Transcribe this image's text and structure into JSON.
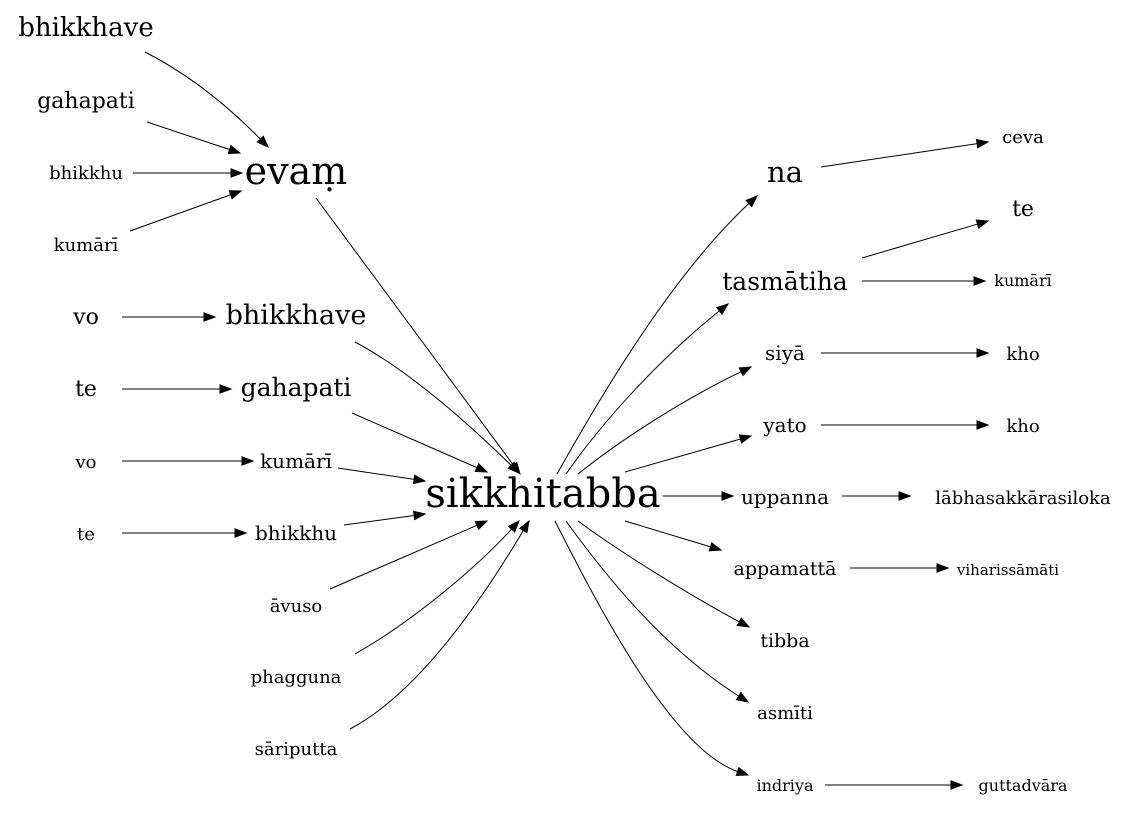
{
  "nodes": [
    {
      "id": "n_bhikkhave_top",
      "label": "bhikkhave"
    },
    {
      "id": "n_gahapati_top",
      "label": "gahapati"
    },
    {
      "id": "n_bhikkhu_top",
      "label": "bhikkhu"
    },
    {
      "id": "n_kumari_top",
      "label": "kumārī"
    },
    {
      "id": "n_evam",
      "label": "evaṃ"
    },
    {
      "id": "n_vo1",
      "label": "vo"
    },
    {
      "id": "n_bhikkhave_mid",
      "label": "bhikkhave"
    },
    {
      "id": "n_te1",
      "label": "te"
    },
    {
      "id": "n_gahapati_mid",
      "label": "gahapati"
    },
    {
      "id": "n_vo2",
      "label": "vo"
    },
    {
      "id": "n_kumari_mid",
      "label": "kumārī"
    },
    {
      "id": "n_te2",
      "label": "te"
    },
    {
      "id": "n_bhikkhu_mid",
      "label": "bhikkhu"
    },
    {
      "id": "n_avuso",
      "label": "āvuso"
    },
    {
      "id": "n_phagguna",
      "label": "phagguna"
    },
    {
      "id": "n_sariputta",
      "label": "sāriputta"
    },
    {
      "id": "n_sikkhitabba",
      "label": "sikkhitabba"
    },
    {
      "id": "n_na",
      "label": "na"
    },
    {
      "id": "n_ceva",
      "label": "ceva"
    },
    {
      "id": "n_tasmatiha",
      "label": "tasmātiha"
    },
    {
      "id": "n_te_right",
      "label": "te"
    },
    {
      "id": "n_kumari_right",
      "label": "kumārī"
    },
    {
      "id": "n_siya",
      "label": "siyā"
    },
    {
      "id": "n_kho1",
      "label": "kho"
    },
    {
      "id": "n_yato",
      "label": "yato"
    },
    {
      "id": "n_kho2",
      "label": "kho"
    },
    {
      "id": "n_uppanna",
      "label": "uppanna"
    },
    {
      "id": "n_labha",
      "label": "lābhasakkārasiloka"
    },
    {
      "id": "n_appamatta",
      "label": "appamattā"
    },
    {
      "id": "n_viharissamati",
      "label": "viharissāmāti"
    },
    {
      "id": "n_tibba",
      "label": "tibba"
    },
    {
      "id": "n_asmiti",
      "label": "asmīti"
    },
    {
      "id": "n_indriya",
      "label": "indriya"
    },
    {
      "id": "n_guttadvara",
      "label": "guttadvāra"
    }
  ],
  "edges": [
    {
      "from": "n_bhikkhave_top",
      "to": "n_evam"
    },
    {
      "from": "n_gahapati_top",
      "to": "n_evam"
    },
    {
      "from": "n_bhikkhu_top",
      "to": "n_evam"
    },
    {
      "from": "n_kumari_top",
      "to": "n_evam"
    },
    {
      "from": "n_evam",
      "to": "n_sikkhitabba"
    },
    {
      "from": "n_vo1",
      "to": "n_bhikkhave_mid"
    },
    {
      "from": "n_bhikkhave_mid",
      "to": "n_sikkhitabba"
    },
    {
      "from": "n_te1",
      "to": "n_gahapati_mid"
    },
    {
      "from": "n_gahapati_mid",
      "to": "n_sikkhitabba"
    },
    {
      "from": "n_vo2",
      "to": "n_kumari_mid"
    },
    {
      "from": "n_kumari_mid",
      "to": "n_sikkhitabba"
    },
    {
      "from": "n_te2",
      "to": "n_bhikkhu_mid"
    },
    {
      "from": "n_bhikkhu_mid",
      "to": "n_sikkhitabba"
    },
    {
      "from": "n_avuso",
      "to": "n_sikkhitabba"
    },
    {
      "from": "n_phagguna",
      "to": "n_sikkhitabba"
    },
    {
      "from": "n_sariputta",
      "to": "n_sikkhitabba"
    },
    {
      "from": "n_sikkhitabba",
      "to": "n_na"
    },
    {
      "from": "n_na",
      "to": "n_ceva"
    },
    {
      "from": "n_sikkhitabba",
      "to": "n_tasmatiha"
    },
    {
      "from": "n_tasmatiha",
      "to": "n_te_right"
    },
    {
      "from": "n_tasmatiha",
      "to": "n_kumari_right"
    },
    {
      "from": "n_sikkhitabba",
      "to": "n_siya"
    },
    {
      "from": "n_siya",
      "to": "n_kho1"
    },
    {
      "from": "n_sikkhitabba",
      "to": "n_yato"
    },
    {
      "from": "n_yato",
      "to": "n_kho2"
    },
    {
      "from": "n_sikkhitabba",
      "to": "n_uppanna"
    },
    {
      "from": "n_uppanna",
      "to": "n_labha"
    },
    {
      "from": "n_sikkhitabba",
      "to": "n_appamatta"
    },
    {
      "from": "n_appamatta",
      "to": "n_viharissamati"
    },
    {
      "from": "n_sikkhitabba",
      "to": "n_tibba"
    },
    {
      "from": "n_sikkhitabba",
      "to": "n_asmiti"
    },
    {
      "from": "n_sikkhitabba",
      "to": "n_indriya"
    },
    {
      "from": "n_indriya",
      "to": "n_guttadvara"
    }
  ]
}
